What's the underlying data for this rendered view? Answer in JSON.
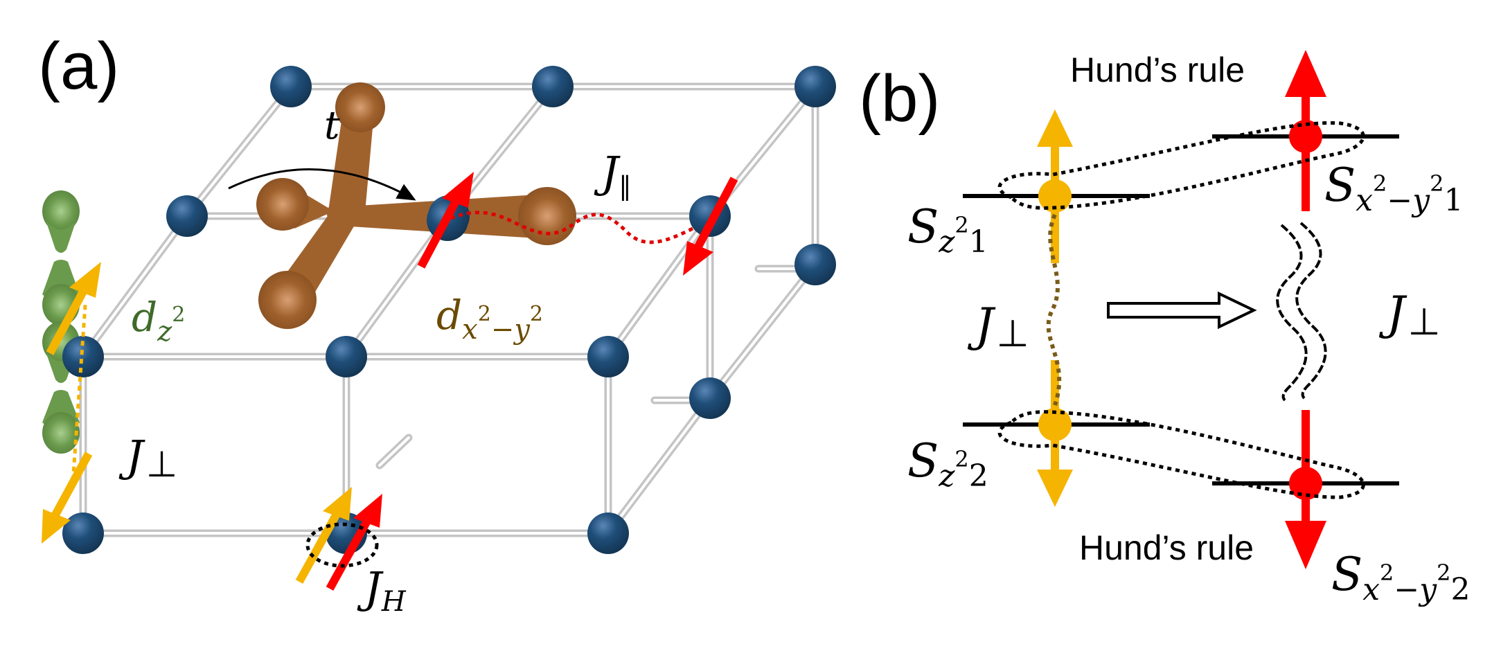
{
  "panel_a": {
    "label": "(a)",
    "hopping": "t",
    "j_parallel": {
      "base": "J",
      "sub": "∥"
    },
    "j_perp": {
      "base": "J",
      "sub": "⊥"
    },
    "j_hund": {
      "base": "J",
      "sub": "H"
    },
    "orbital_dz2": {
      "base": "d",
      "sub": "z",
      "sup": "2"
    },
    "orbital_dx2y2": {
      "base": "d",
      "sub": "x",
      "sup1": "2",
      "mid": "−y",
      "sup2": "2"
    }
  },
  "panel_b": {
    "label": "(b)",
    "hund_top": "Hund’s rule",
    "hund_bottom": "Hund’s rule",
    "j_perp_left": {
      "base": "J",
      "sub": "⊥"
    },
    "j_perp_right": {
      "base": "J",
      "sub": "⊥"
    },
    "s_z2_1": {
      "base": "S",
      "sub": "z",
      "sup": "2",
      "idx": "1"
    },
    "s_z2_2": {
      "base": "S",
      "sub": "z",
      "sup": "2",
      "idx": "2"
    },
    "s_x2y2_1": {
      "base": "S",
      "sub": "x",
      "sup1": "2",
      "mid": "−y",
      "sup2": "2",
      "idx": "1"
    },
    "s_x2y2_2": {
      "base": "S",
      "sub": "x",
      "sup1": "2",
      "mid": "−y",
      "sup2": "2",
      "idx": "2"
    }
  },
  "colors": {
    "atom": "#1f4e79",
    "orbital_dx2y2": "#a0622d",
    "orbital_dz2": "#6a9a4c",
    "spin_dz2": "#f5b400",
    "spin_dx2y2": "#ff0000",
    "label_dz2": "#3f6b2a",
    "label_dx2y2": "#6b4a00"
  }
}
